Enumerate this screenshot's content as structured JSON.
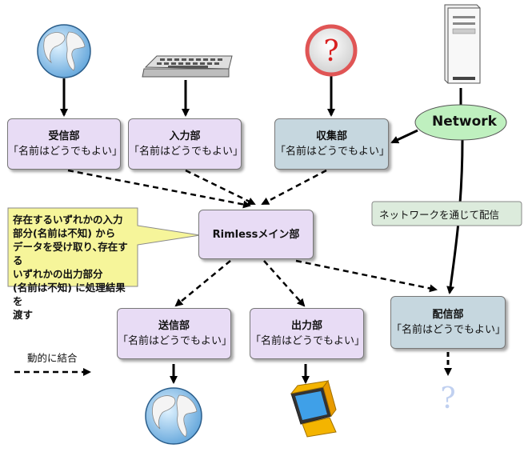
{
  "nodes": {
    "receive": {
      "title": "受信部",
      "subtitle": "「名前はどうでもよい」"
    },
    "input": {
      "title": "入力部",
      "subtitle": "「名前はどうでもよい」"
    },
    "collect": {
      "title": "収集部",
      "subtitle": "「名前はどうでもよい」"
    },
    "rimless": {
      "title": "Rimlessメイン部"
    },
    "send": {
      "title": "送信部",
      "subtitle": "「名前はどうでもよい」"
    },
    "output": {
      "title": "出力部",
      "subtitle": "「名前はどうでもよい」"
    },
    "deliver": {
      "title": "配信部",
      "subtitle": "「名前はどうでもよい」"
    }
  },
  "network_label": "Network",
  "delivery_via_network": "ネットワークを通じて配信",
  "callout_lines": [
    "存在するいずれかの入力",
    "部分(名前は不知) から",
    "データを受け取り､存在する",
    "いずれかの出力部分",
    "(名前は不知) に処理結果を",
    "渡す"
  ],
  "legend_dynamic": "動的に結合",
  "question_mark": "?",
  "colors": {
    "node_purple": "#e8dcf5",
    "node_blue": "#c6d7df",
    "network_green": "#bff0bf",
    "callout_yellow": "#f6f59a"
  },
  "icons": [
    "globe-icon",
    "keyboard-icon",
    "question-icon",
    "server-icon",
    "monitor-icon"
  ]
}
